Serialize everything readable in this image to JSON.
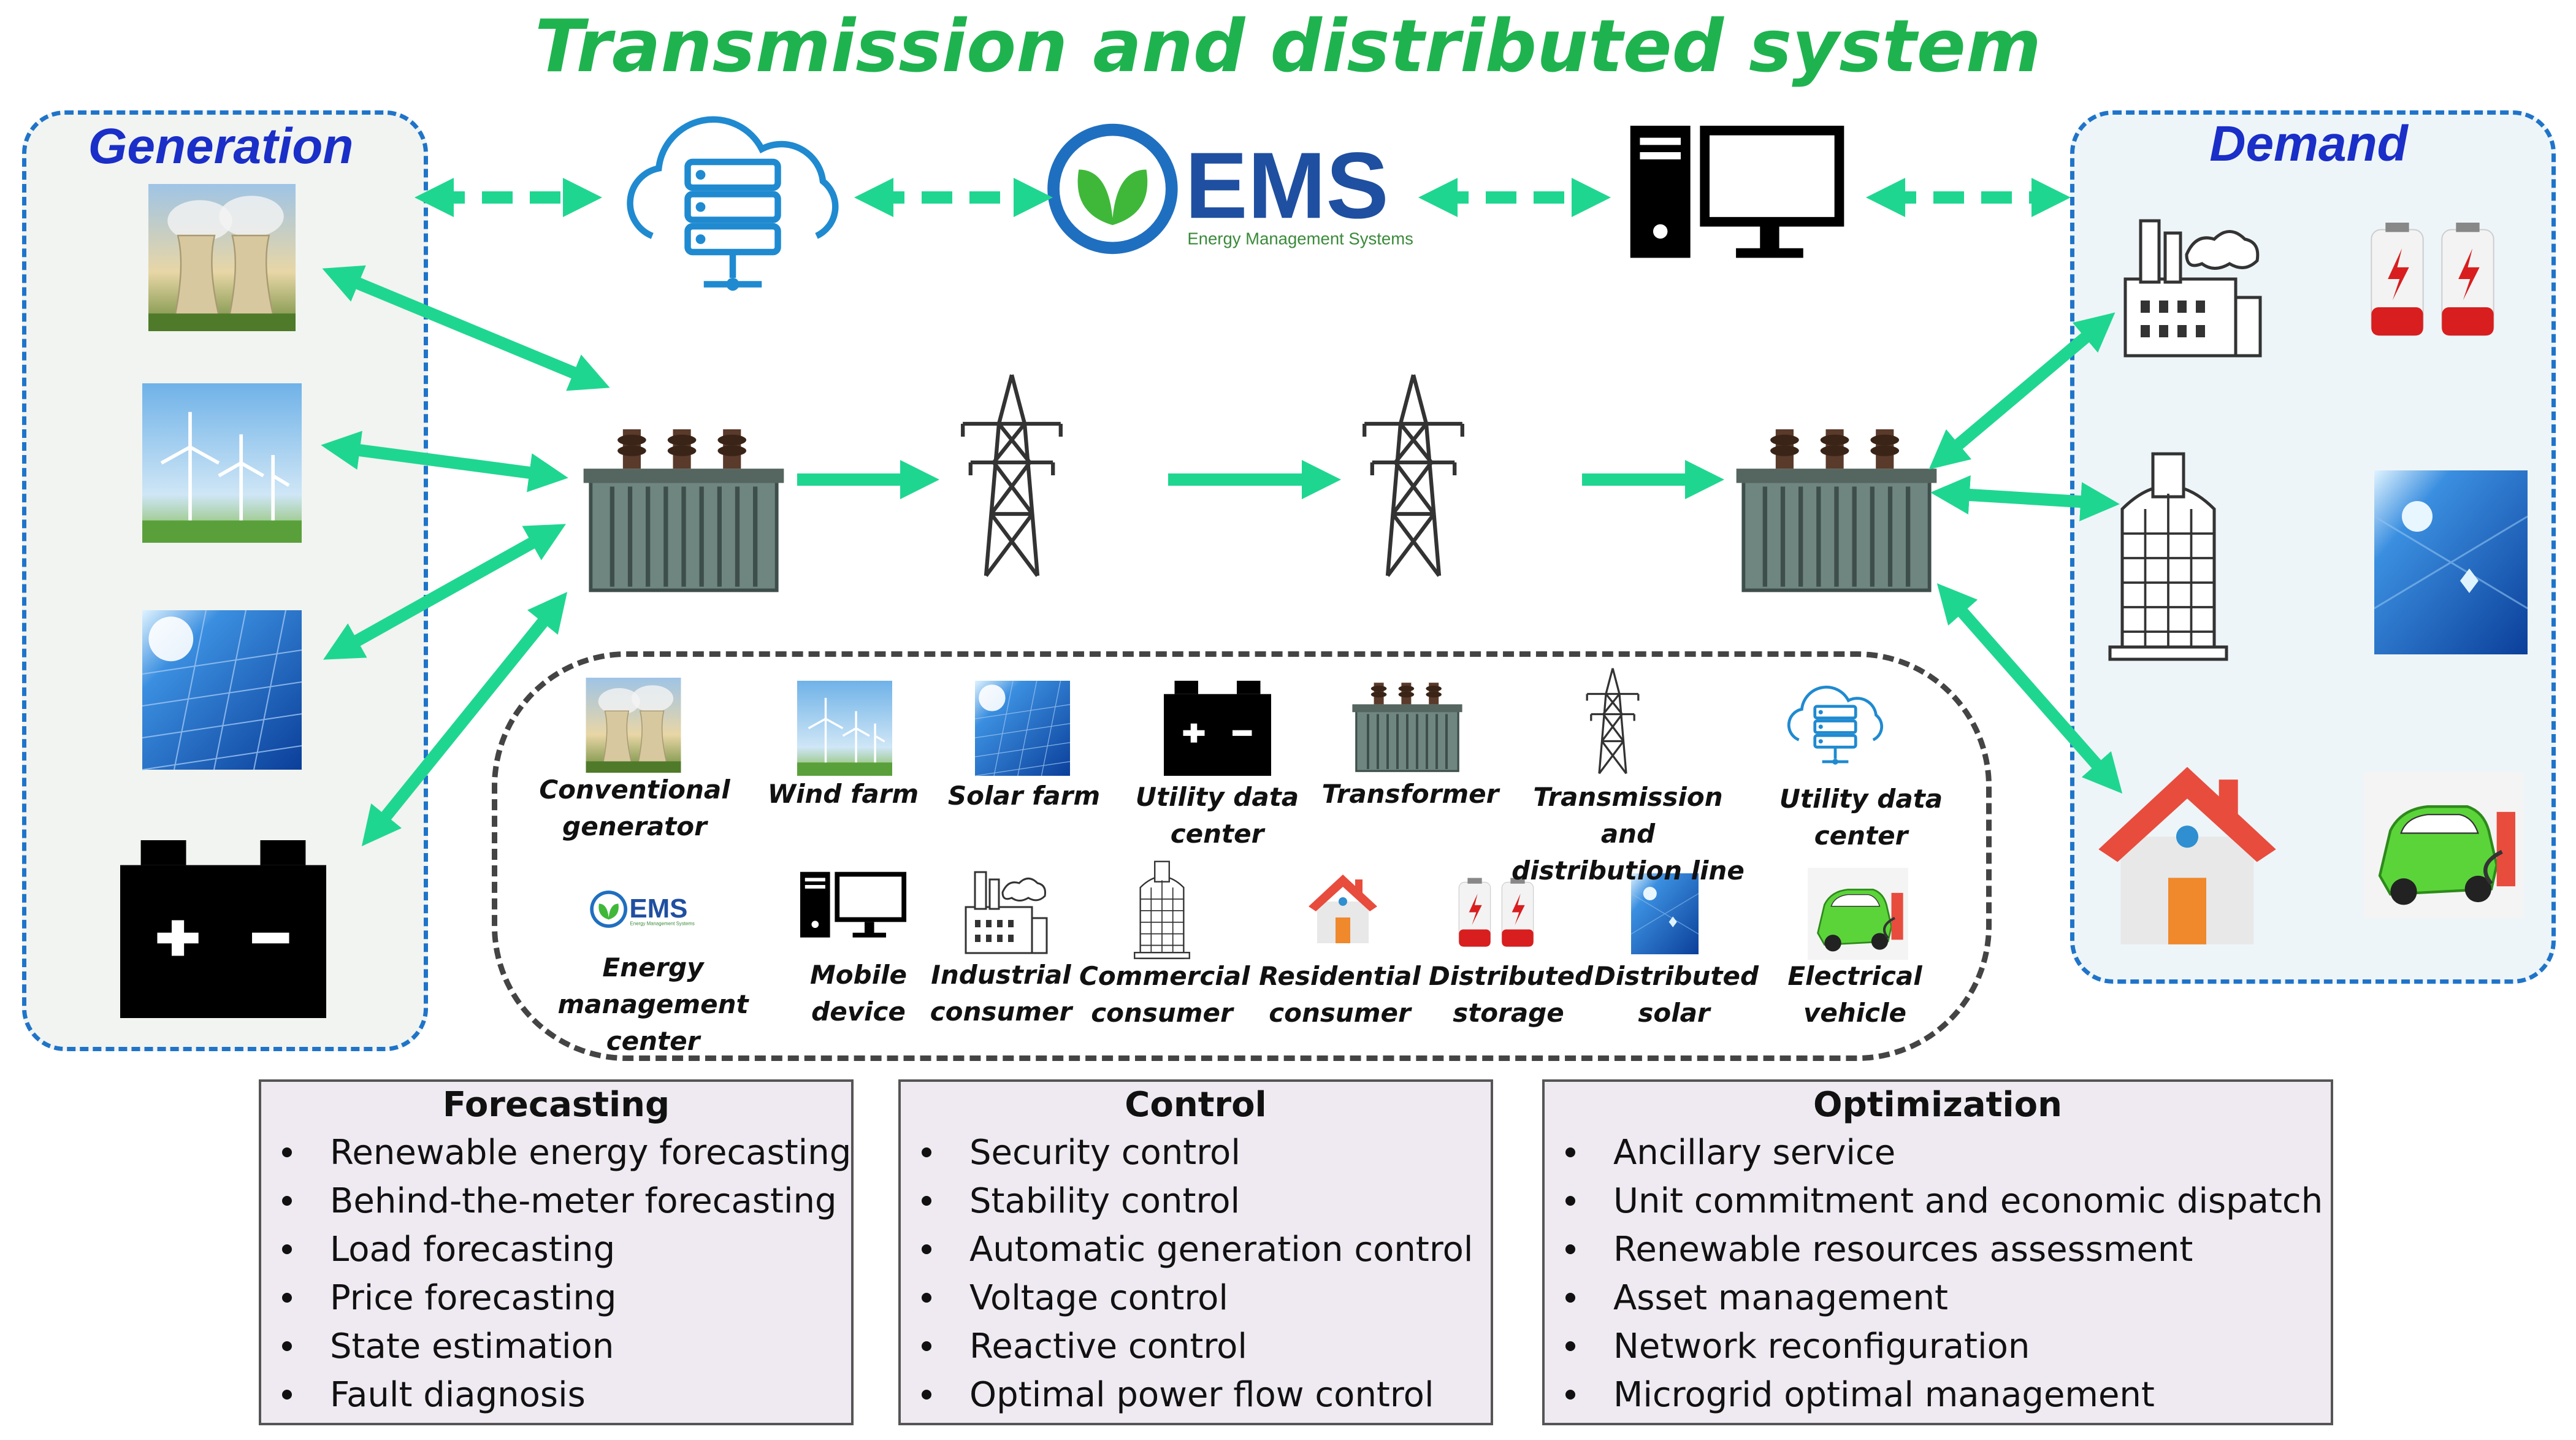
{
  "title": "Transmission and distributed system",
  "generation": {
    "title": "Generation"
  },
  "demand": {
    "title": "Demand"
  },
  "ems": {
    "logo_text": "EMS",
    "logo_subtitle": "Energy Management Systems"
  },
  "legend": [
    {
      "label": "Conventional\ngenerator",
      "icon": "power-plant-icon"
    },
    {
      "label": "Wind farm",
      "icon": "wind-farm-icon"
    },
    {
      "label": "Solar farm",
      "icon": "solar-panel-icon"
    },
    {
      "label": "Utility data\ncenter",
      "icon": "battery-icon"
    },
    {
      "label": "Transformer",
      "icon": "transformer-icon"
    },
    {
      "label": "Transmission and\ndistribution line",
      "icon": "transmission-tower-icon"
    },
    {
      "label": "Utility data\ncenter",
      "icon": "cloud-server-icon"
    },
    {
      "label": "Energy management\ncenter",
      "icon": "ems-logo-icon"
    },
    {
      "label": "Mobile\ndevice",
      "icon": "computer-icon"
    },
    {
      "label": "Industrial\nconsumer",
      "icon": "factory-icon"
    },
    {
      "label": "Commercial\nconsumer",
      "icon": "office-building-icon"
    },
    {
      "label": "Residential\nconsumer",
      "icon": "house-icon"
    },
    {
      "label": "Distributed\nstorage",
      "icon": "storage-battery-icon"
    },
    {
      "label": "Distributed\nsolar",
      "icon": "solar-cell-icon"
    },
    {
      "label": "Electrical\nvehicle",
      "icon": "electric-vehicle-icon"
    }
  ],
  "boxes": {
    "forecasting": {
      "title": "Forecasting",
      "items": [
        "Renewable energy forecasting",
        "Behind-the-meter forecasting",
        "Load forecasting",
        "Price forecasting",
        "State estimation",
        "Fault diagnosis"
      ]
    },
    "control": {
      "title": "Control",
      "items": [
        "Security control",
        "Stability control",
        "Automatic generation control",
        "Voltage control",
        "Reactive control",
        "Optimal power flow control"
      ]
    },
    "optimization": {
      "title": "Optimization",
      "items": [
        "Ancillary service",
        "Unit commitment and economic dispatch",
        "Renewable resources assessment",
        "Asset management",
        "Network reconfiguration",
        "Microgrid optimal management"
      ]
    }
  },
  "colors": {
    "arrow": "#1fd690",
    "title": "#1fb34f",
    "panel_border": "#1f74c9",
    "panel_title": "#1a2ec8"
  }
}
